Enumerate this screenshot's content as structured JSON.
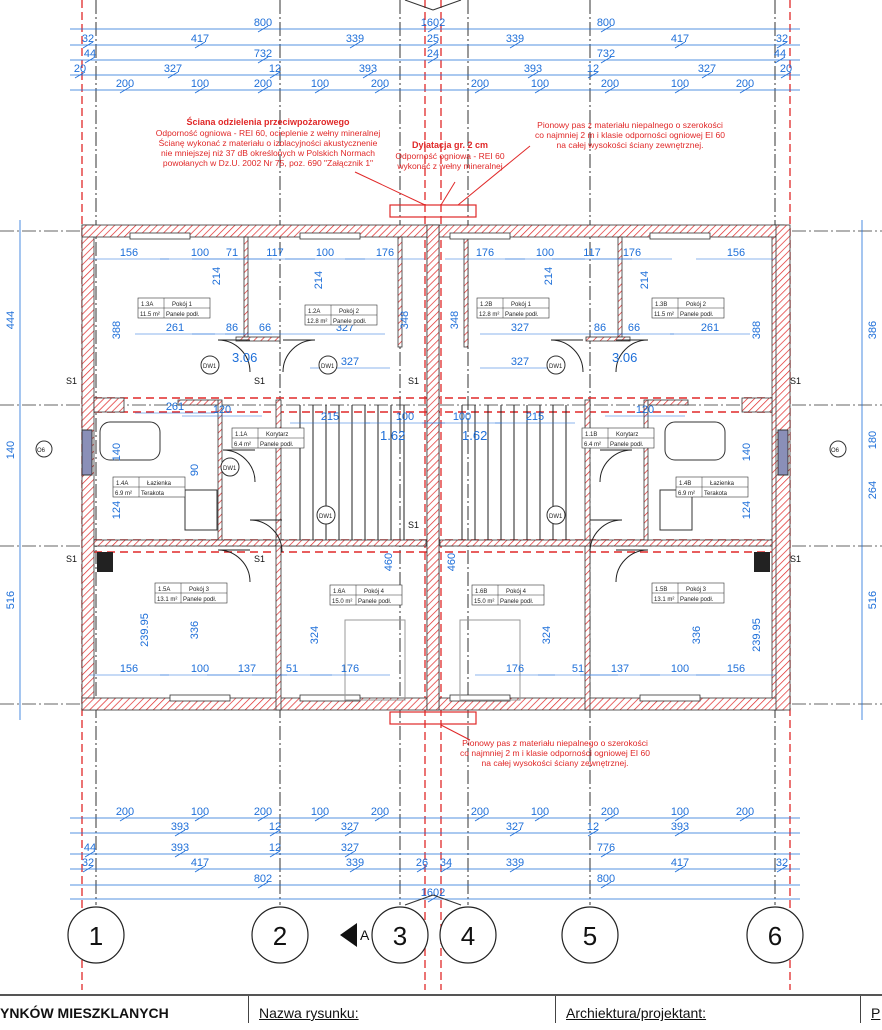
{
  "dims_top": [
    [
      "800",
      "1602",
      "800"
    ],
    [
      "32",
      "417",
      "339",
      "25",
      "339",
      "417",
      "32"
    ],
    [
      "44",
      "732",
      "24",
      "732",
      "44"
    ],
    [
      "20",
      "327",
      "12",
      "393",
      "393",
      "12",
      "327",
      "20"
    ],
    [
      "200",
      "100",
      "200",
      "100",
      "200",
      "200",
      "100",
      "200",
      "100",
      "200"
    ]
  ],
  "dims_bottom": [
    [
      "200",
      "100",
      "200",
      "100",
      "200",
      "200",
      "100",
      "200",
      "100",
      "200"
    ],
    [
      "393",
      "12",
      "327",
      "327",
      "12",
      "393"
    ],
    [
      "44",
      "393",
      "12",
      "327",
      "776"
    ],
    [
      "32",
      "417",
      "339",
      "26",
      "34",
      "339",
      "417",
      "32"
    ],
    [
      "802",
      "800"
    ],
    [
      "1602"
    ]
  ],
  "dims_left": [
    "444",
    "140",
    "516"
  ],
  "dims_right": [
    "386",
    "180",
    "264",
    "516"
  ],
  "interior_dims": [
    "156",
    "100",
    "71",
    "117",
    "100",
    "176",
    "261",
    "86",
    "66",
    "327",
    "214",
    "214",
    "388",
    "348",
    "327",
    "120",
    "215",
    "100",
    "261",
    "140",
    "90",
    "124",
    "336",
    "324",
    "460",
    "239.95",
    "156",
    "100",
    "137",
    "51",
    "176",
    "176",
    "100",
    "117",
    "176",
    "156",
    "261",
    "327",
    "348",
    "388",
    "214",
    "214",
    "86",
    "66",
    "100",
    "215",
    "120",
    "327",
    "140",
    "124",
    "336",
    "239.95",
    "176",
    "51",
    "137",
    "100",
    "156",
    "460",
    "324"
  ],
  "levels": [
    "3.06",
    "1.62",
    "1.62",
    "3.06"
  ],
  "tags": [
    "S1",
    "S1",
    "S1",
    "S1",
    "S1",
    "S1",
    "S1",
    "S1",
    "DW1",
    "DW1",
    "DW1",
    "DW1",
    "DW1",
    "DW1",
    "O6",
    "O6"
  ],
  "rooms": [
    {
      "id": "1.3A",
      "name": "Pokój 1",
      "area": "11.5 m²",
      "finish": "Panele podł."
    },
    {
      "id": "1.2A",
      "name": "Pokój 2",
      "area": "12.8 m²",
      "finish": "Panele podł."
    },
    {
      "id": "1.1A",
      "name": "Korytarz",
      "area": "6.4 m²",
      "finish": "Panele podł."
    },
    {
      "id": "1.4A",
      "name": "Łazienka",
      "area": "6.9 m²",
      "finish": "Terakota"
    },
    {
      "id": "1.5A",
      "name": "Pokój 3",
      "area": "13.1 m²",
      "finish": "Panele podł."
    },
    {
      "id": "1.6A",
      "name": "Pokój 4",
      "area": "15.0 m²",
      "finish": "Panele podł."
    },
    {
      "id": "1.2B",
      "name": "Pokój 1",
      "area": "12.8 m²",
      "finish": "Panele podł."
    },
    {
      "id": "1.3B",
      "name": "Pokój 2",
      "area": "11.5 m²",
      "finish": "Panele podł."
    },
    {
      "id": "1.1B",
      "name": "Korytarz",
      "area": "6.4 m²",
      "finish": "Panele podł."
    },
    {
      "id": "1.4B",
      "name": "Łazienka",
      "area": "6.9 m²",
      "finish": "Terakota"
    },
    {
      "id": "1.6B",
      "name": "Pokój 4",
      "area": "15.0 m²",
      "finish": "Panele podł."
    },
    {
      "id": "1.5B",
      "name": "Pokój 3",
      "area": "13.1 m²",
      "finish": "Panele podł."
    }
  ],
  "notes": {
    "firewall": {
      "title": "Ściana odzielenia przeciwpożarowego",
      "lines": [
        "Odporność ogniowa - REI 60, ocieplenie z wełny mineralnej",
        "Ścianę wykonać z materiału o izolacyjności akustycznenie",
        "nie mniejszej niż 37 dB określonych w Polskich Normach",
        "powołanych w Dz.U. 2002 Nr 75, poz. 690 \"Załącznik 1\""
      ]
    },
    "dilatation": {
      "title": "Dylatacja gr. 2 cm",
      "lines": [
        "Odporność ogniowa - REI 60",
        "wykonać z wełny mineralnej"
      ]
    },
    "strip_top": {
      "lines": [
        "Pionowy pas z materiału niepalnego o szerokości",
        "co najmniej 2 m i klasie odporności ogniowej EI 60",
        "na całej wysokości ściany zewnętrznej."
      ]
    },
    "strip_bottom": {
      "lines": [
        "Pionowy pas z materiału niepalnego o szerokości",
        "co najmniej 2 m i klasie odporności ogniowej EI 60",
        "na całej wysokości ściany zewnętrznej."
      ]
    }
  },
  "axes": [
    "1",
    "2",
    "3",
    "4",
    "5",
    "6"
  ],
  "section_marker": "A",
  "title_block": {
    "project": "YNKÓW MIESZKLANYCH",
    "drawing_name_label": "Nazwa rysunku:",
    "architect_label": "Archiektura/projektant:",
    "last_cell": "P"
  },
  "colors": {
    "wall": "#e02828",
    "dimension": "#1e6fd9",
    "grid": "#222222"
  }
}
